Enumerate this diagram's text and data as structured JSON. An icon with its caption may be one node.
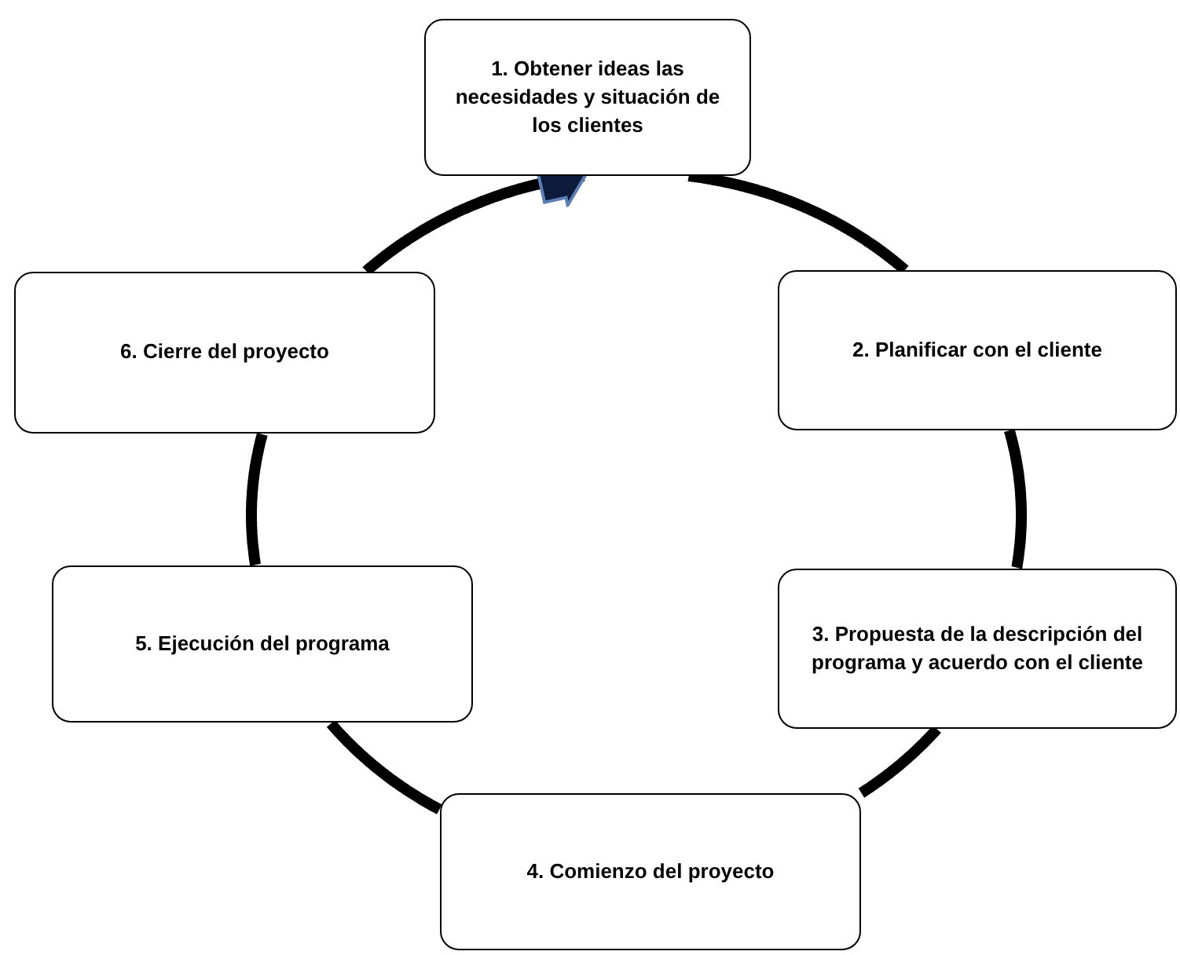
{
  "diagram": {
    "nodes": [
      {
        "text": [
          "1. Obtener ideas las necesidades y situación de los clientes"
        ]
      },
      {
        "text": [
          "2. Planificar con el cliente"
        ]
      },
      {
        "text": [
          "3. Propuesta de la descripción del programa y acuerdo con el cliente"
        ]
      },
      {
        "text": [
          "4. Comienzo del proyecto"
        ]
      },
      {
        "text": [
          "5. Ejecución del programa"
        ]
      },
      {
        "text": [
          "6. Cierre del proyecto"
        ]
      }
    ],
    "edges": [
      {
        "from": 0,
        "to": 1,
        "arrow": "none"
      },
      {
        "from": 1,
        "to": 2,
        "arrow": "none"
      },
      {
        "from": 2,
        "to": 3,
        "arrow": "none"
      },
      {
        "from": 3,
        "to": 4,
        "arrow": "none"
      },
      {
        "from": 4,
        "to": 5,
        "arrow": "none"
      },
      {
        "from": 5,
        "to": 0,
        "arrow": "to"
      }
    ]
  }
}
